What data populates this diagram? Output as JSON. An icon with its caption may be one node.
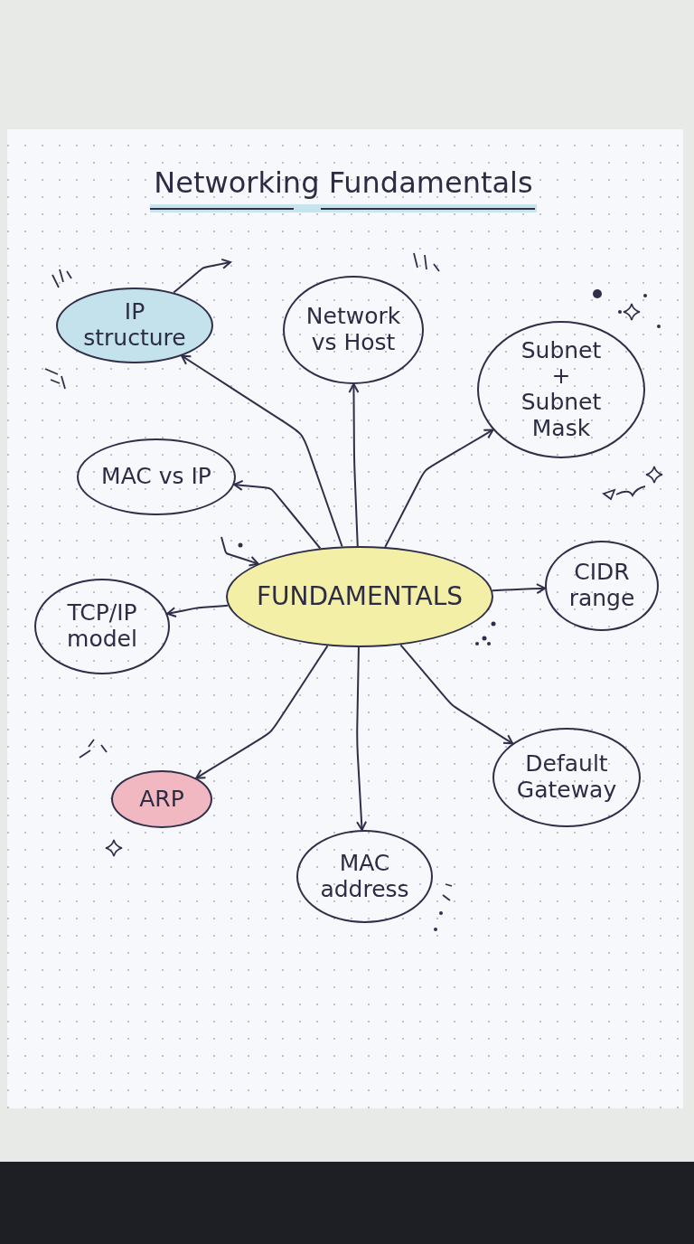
{
  "diagram": {
    "title": "Networking Fundamentals",
    "nodes": [
      {
        "text": [
          "FUNDAMENTALS"
        ]
      },
      {
        "text": [
          "IP structure"
        ]
      },
      {
        "text": [
          "Network vs Host"
        ]
      },
      {
        "text": [
          "Subnet + Subnet Mask"
        ]
      },
      {
        "text": [
          "MAC vs IP"
        ]
      },
      {
        "text": [
          "TCP/IP model"
        ]
      },
      {
        "text": [
          "CIDR range"
        ]
      },
      {
        "text": [
          "ARP"
        ]
      },
      {
        "text": [
          "Default Gateway"
        ]
      },
      {
        "text": [
          "MAC address"
        ]
      }
    ],
    "edges": [
      {
        "from": 0,
        "to": 1,
        "arrow": "to"
      },
      {
        "from": 0,
        "to": 2,
        "arrow": "to"
      },
      {
        "from": 0,
        "to": 3,
        "arrow": "to"
      },
      {
        "from": 0,
        "to": 4,
        "arrow": "to"
      },
      {
        "from": 0,
        "to": 5,
        "arrow": "to"
      },
      {
        "from": 0,
        "to": 6,
        "arrow": "to"
      },
      {
        "from": 0,
        "to": 7,
        "arrow": "to"
      },
      {
        "from": 0,
        "to": 8,
        "arrow": "to"
      },
      {
        "from": 0,
        "to": 9,
        "arrow": "to"
      },
      {
        "from": 1,
        "to": null,
        "arrow": "to"
      },
      {
        "from": null,
        "to": 0,
        "arrow": "to"
      }
    ]
  }
}
